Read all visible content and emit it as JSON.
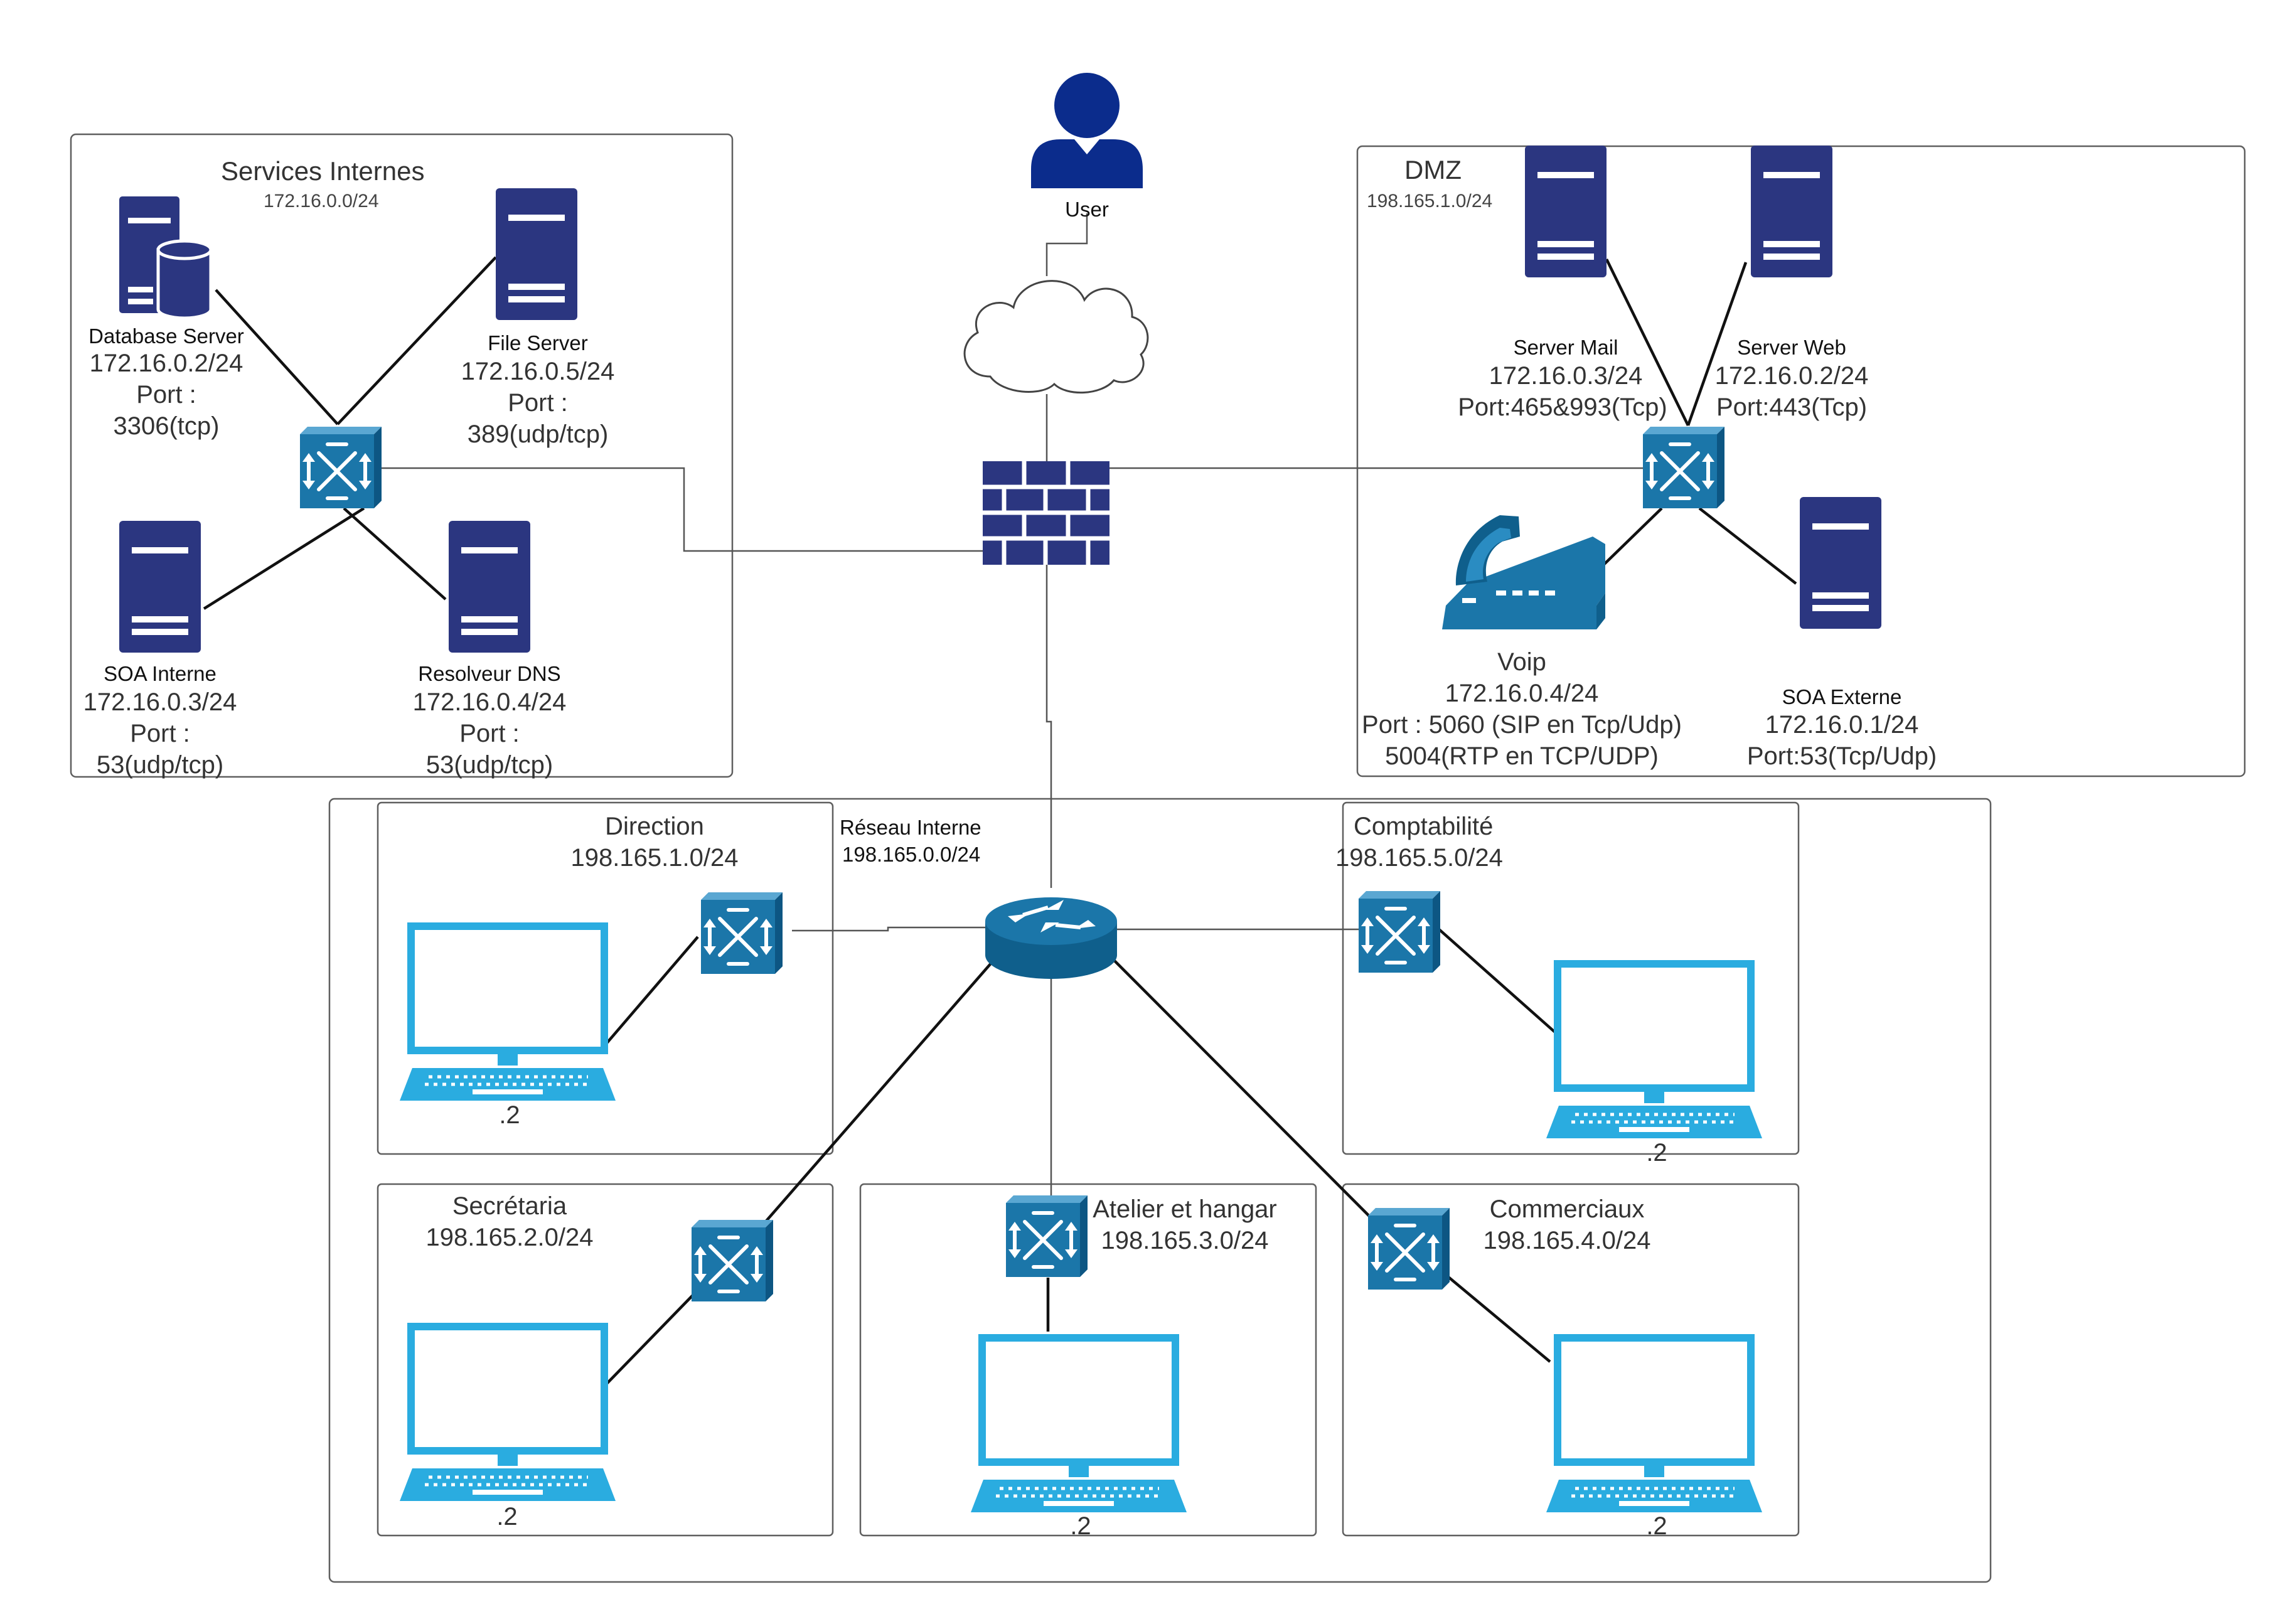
{
  "colors": {
    "server_navy": "#2b3680",
    "device_blue": "#1b76a9",
    "device_dark": "#0f5f8c",
    "screen_cyan": "#2aace0",
    "zone_border": "#5f5f5f"
  },
  "user": {
    "label": "User",
    "icon": "user-icon"
  },
  "cloud": {
    "icon": "cloud-icon"
  },
  "firewall": {
    "icon": "firewall-icon"
  },
  "router": {
    "icon": "router-icon"
  },
  "zones": {
    "services_internes": {
      "title_a": "Services",
      "title_b": " Internes",
      "subnet": "172.16.0.0/24",
      "database": {
        "label": "Database Server",
        "ip": "172.16.0.2/24",
        "port_a": "Port :",
        "port_b": "3306(tcp)"
      },
      "file": {
        "label": "File Server",
        "ip": "172.16.0.5/24",
        "port_a": "Port :",
        "port_b": "389(udp/tcp)"
      },
      "soa": {
        "label": "SOA Interne",
        "ip": "172.16.0.3/24",
        "port_a": "Port :",
        "port_b": "53(udp/tcp)"
      },
      "dns": {
        "label": "Resolveur DNS",
        "ip": "172.16.0.4/24",
        "port_a": "Port :",
        "port_b": "53(udp/tcp)"
      }
    },
    "dmz": {
      "title": "DMZ",
      "subnet": "198.165.1.0/24",
      "mail": {
        "label": "Server Mail",
        "ip": "172.16.0.3/24",
        "port": "Port:465&993(Tcp)"
      },
      "web": {
        "label": "Server Web",
        "ip": "172.16.0.2/24",
        "port": "Port:443(Tcp)"
      },
      "voip": {
        "label": "Voip",
        "ip": "172.16.0.4/24",
        "port_a": "Port : 5060 (SIP en Tcp/Udp)",
        "port_b": "5004(RTP en TCP/UDP)"
      },
      "soa": {
        "label": "SOA Externe",
        "ip": "172.16.0.1/24",
        "port": "Port:53(Tcp/Udp)"
      }
    },
    "reseau_interne": {
      "title": "Réseau Interne",
      "subnet": "198.165.0.0/24",
      "direction": {
        "name": "Direction",
        "subnet": "198.165.1.0/24",
        "host": ".2"
      },
      "comptabilite": {
        "name": "Comptabilité",
        "subnet": "198.165.5.0/24",
        "host": ".2"
      },
      "secretaria": {
        "name": "Secrétaria",
        "subnet": "198.165.2.0/24",
        "host": ".2"
      },
      "atelier": {
        "name": "Atelier et hangar",
        "subnet": "198.165.3.0/24",
        "host": ".2"
      },
      "commerciaux": {
        "name": "Commerciaux",
        "subnet": "198.165.4.0/24",
        "host": ".2"
      }
    }
  }
}
